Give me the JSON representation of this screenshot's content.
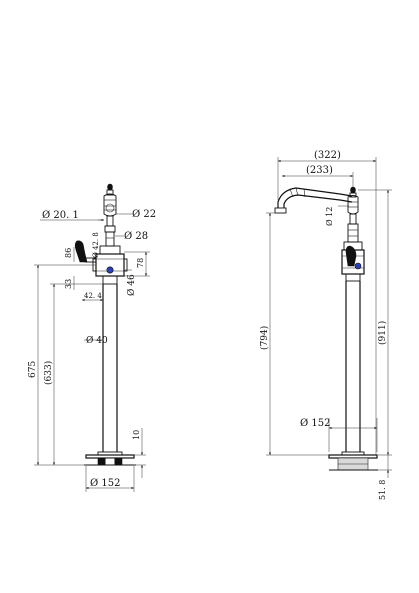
{
  "front_view": {
    "dims": {
      "d_handle": "Ø 20. 1",
      "d_top": "Ø 22",
      "d_mid": "Ø 28",
      "d_small": "Ø 42. 8",
      "d_body": "Ø 46",
      "d_stem": "Ø 40",
      "d_base": "Ø 152",
      "h_86": "86",
      "h_78": "78",
      "h_33": "33",
      "h_675": "675",
      "h_633": "(633)",
      "h_10": "10",
      "w_42": "42. 4"
    }
  },
  "side_view": {
    "dims": {
      "w_322": "(322)",
      "w_233": "(233)",
      "d_spout": "Ø 12",
      "h_794": "(794)",
      "h_911": "(911)",
      "d_base": "Ø 152",
      "h_51": "51. 8"
    }
  },
  "colors": {
    "line": "#111111",
    "accent_blue": "#2b3fb8"
  }
}
